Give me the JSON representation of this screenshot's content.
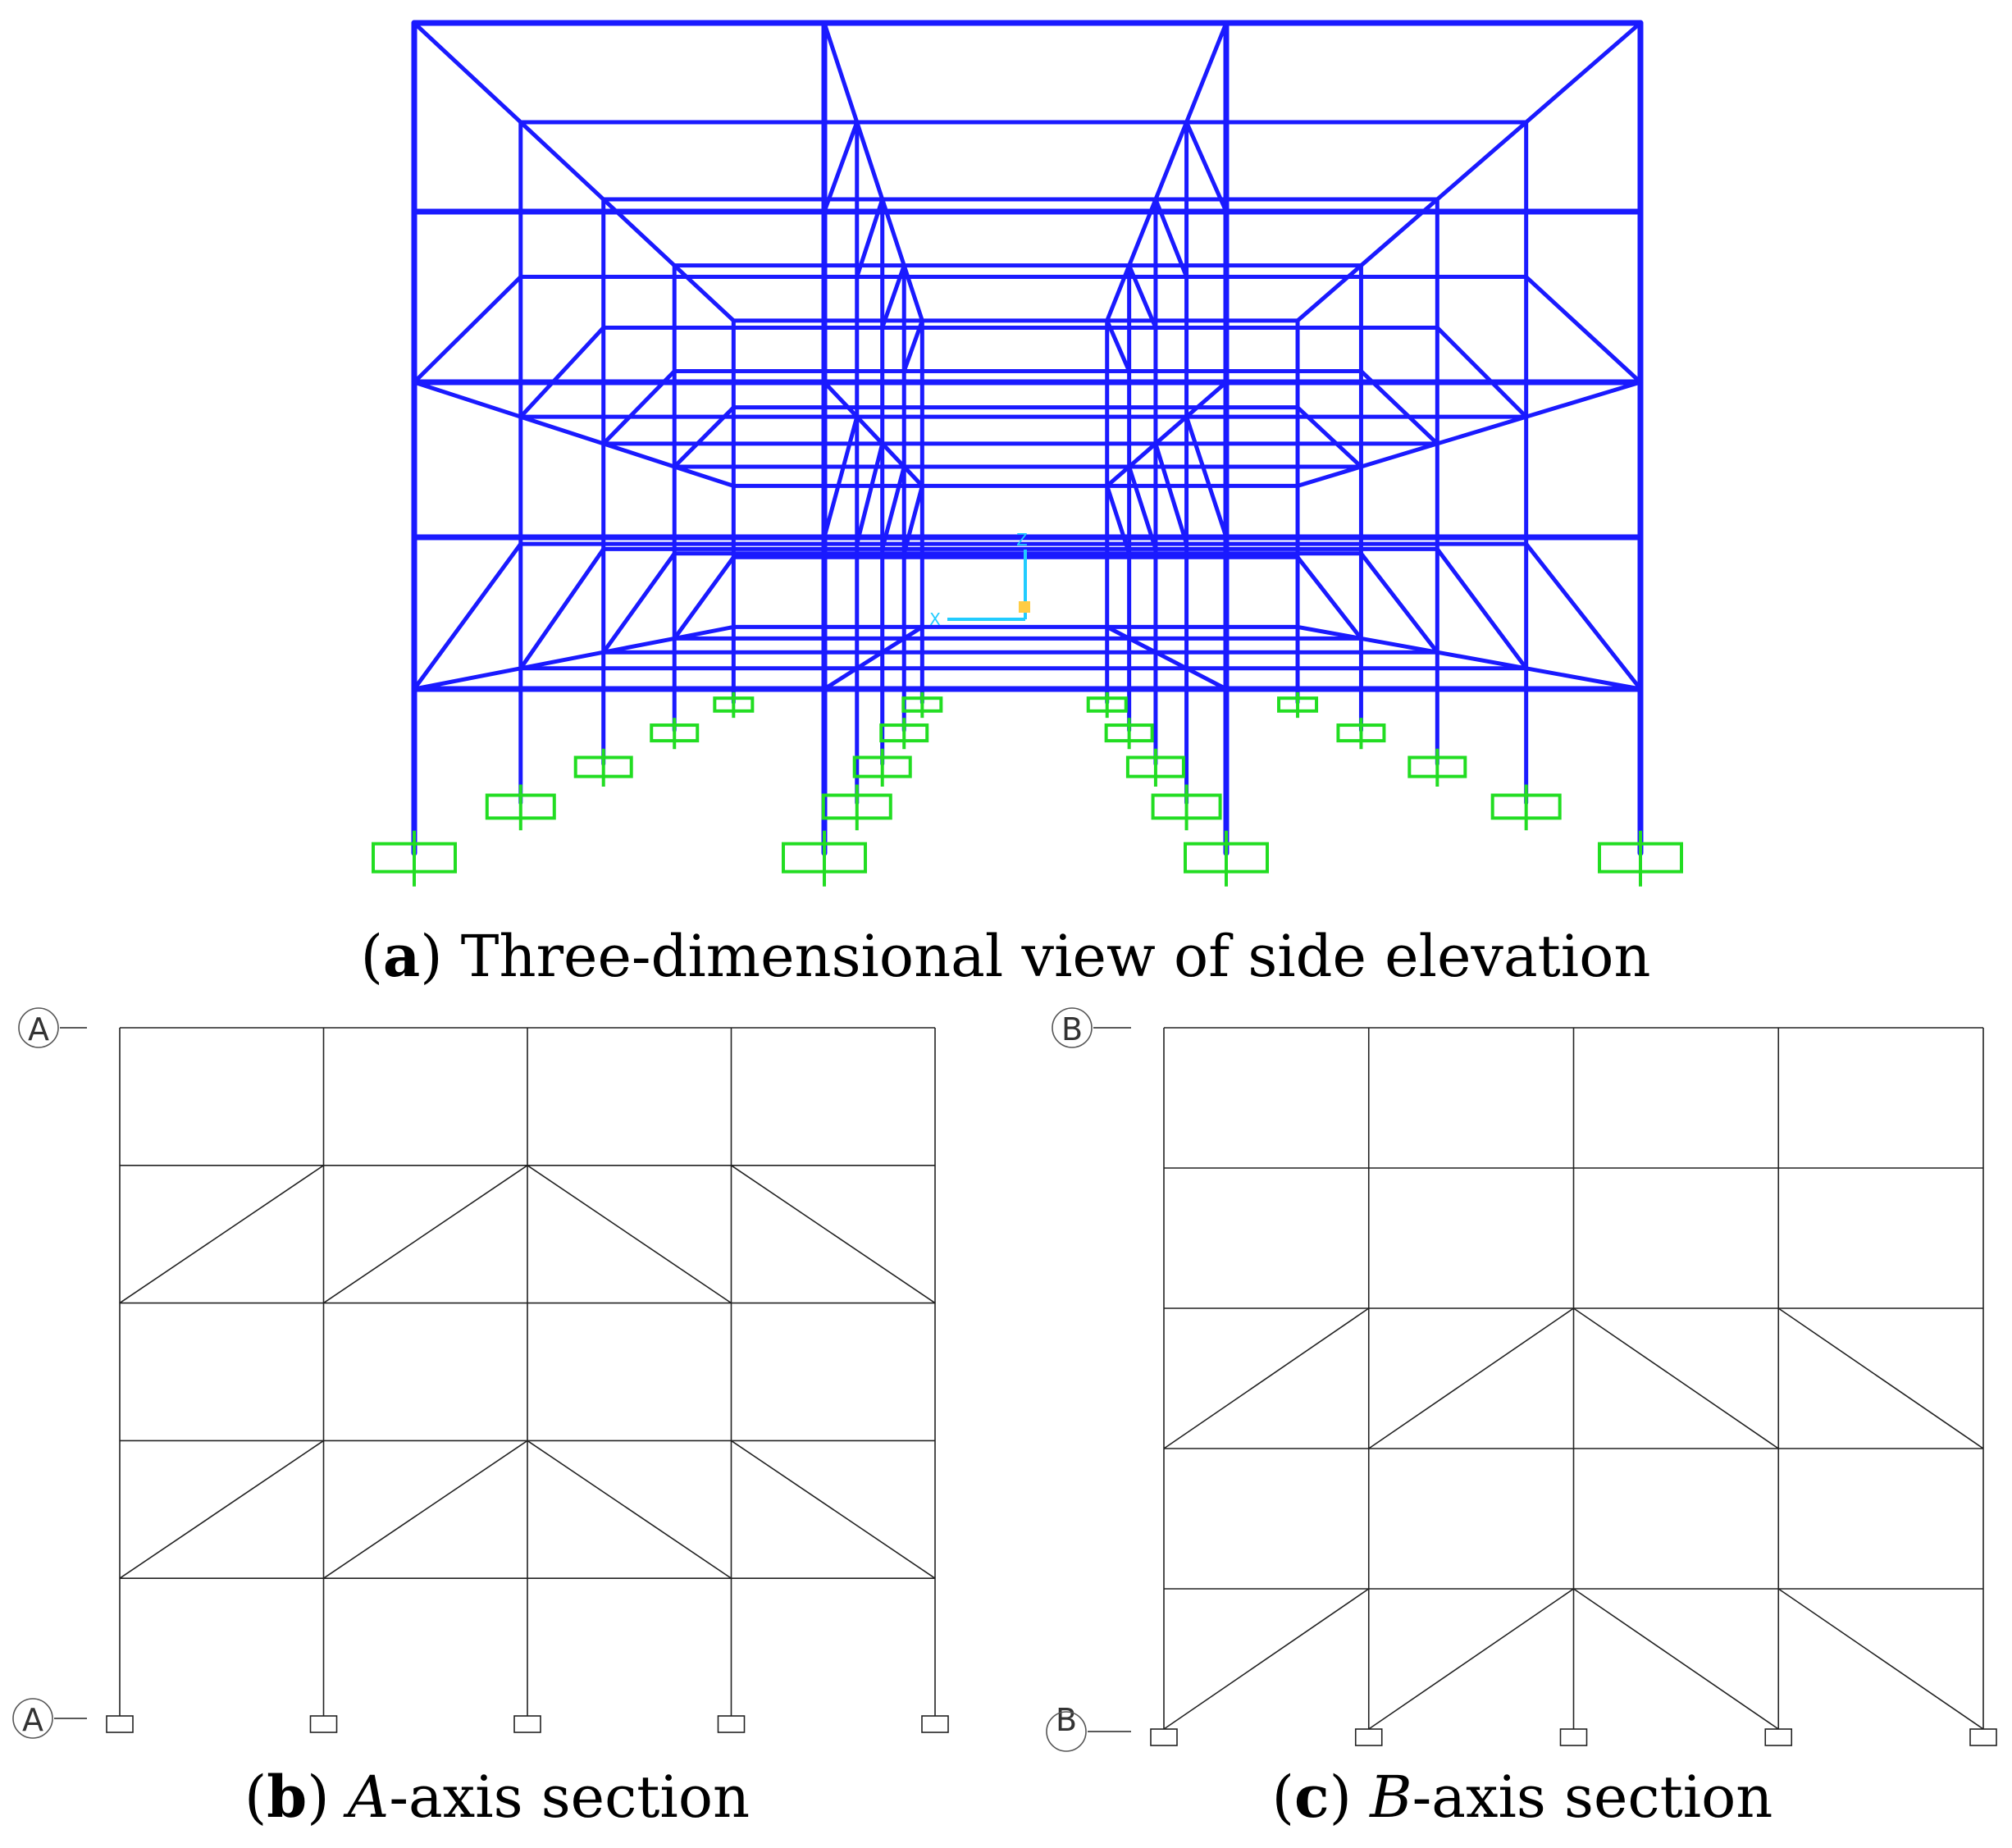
{
  "panel_a": {
    "letter": "a",
    "caption": "Three-dimensional view of side elevation",
    "frame_color": "#1a1aff",
    "support_color": "#22dd22",
    "axis_indicator_color": "#22ccff",
    "axis_labels": [
      "Z",
      "X"
    ]
  },
  "panel_b": {
    "letter": "b",
    "axis_letter": "A",
    "caption_suffix": "-axis section",
    "axis_tag_top": "A",
    "axis_tag_bottom": "A",
    "bays": 4,
    "stories": 5,
    "braced_stories": [
      2,
      4
    ],
    "brace_pattern": [
      "right-up",
      "right-up",
      "left-up",
      "left-up"
    ]
  },
  "panel_c": {
    "letter": "c",
    "axis_letter": "B",
    "caption_suffix": "-axis section",
    "axis_tag_top": "B",
    "axis_tag_bottom": "B",
    "bays": 4,
    "stories": 5,
    "braced_stories": [
      3,
      5
    ],
    "brace_pattern": [
      "right-up",
      "right-up",
      "left-up",
      "left-up"
    ]
  }
}
